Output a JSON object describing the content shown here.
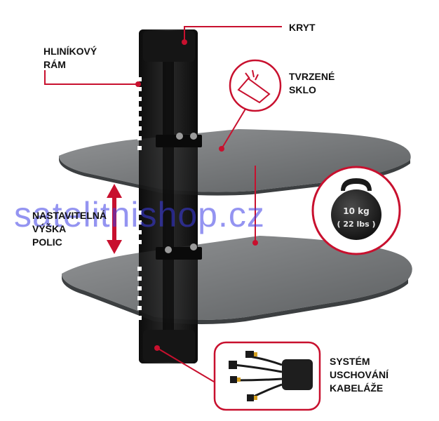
{
  "labels": {
    "cover": [
      "KRYT"
    ],
    "frame": [
      "HLINÍKOVÝ",
      "RÁM"
    ],
    "glass": [
      "TVRZENÉ",
      "SKLO"
    ],
    "height": [
      "NASTAVITELNÁ",
      "VÝŠKA",
      "POLIC"
    ],
    "cable": [
      "SYSTÉM",
      "USCHOVÁNÍ",
      "KABELÁŽE"
    ]
  },
  "weight": {
    "line1": "10 kg",
    "line2": "( 22 lbs )"
  },
  "watermark": "satelitnishop.cz",
  "colors": {
    "accent": "#c8102e",
    "frame": "#1a1a1a",
    "glass": "#6b6e70",
    "watermark": "#3c3ce6"
  }
}
